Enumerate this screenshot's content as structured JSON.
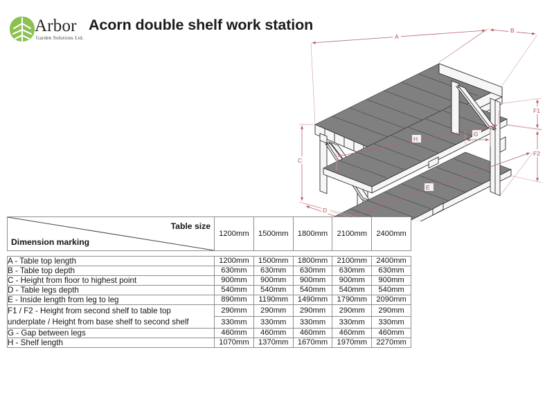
{
  "brand": {
    "name": "Arbor",
    "tagline": "Garden Solutions Ltd.",
    "leaf_color": "#8cc152",
    "leaf_color_dark": "#6e9e34"
  },
  "header": {
    "title": "Acorn double shelf work station"
  },
  "drawing": {
    "dimension_color": "#b5636b",
    "line_color": "#2b2b2b",
    "slat_color": "#808080",
    "leg_color": "#f4f4f4",
    "labels": {
      "A": "A",
      "B": "B",
      "C": "C",
      "D": "D",
      "E": "E",
      "F1": "F1",
      "F2": "F2",
      "G": "G",
      "H": "H"
    }
  },
  "table": {
    "header": {
      "top_right": "Table size",
      "bottom_left": "Dimension marking",
      "sizes": [
        "1200mm",
        "1500mm",
        "1800mm",
        "2100mm",
        "2400mm"
      ]
    },
    "rows": [
      {
        "label": "A - Table top length",
        "values": [
          "1200mm",
          "1500mm",
          "1800mm",
          "2100mm",
          "2400mm"
        ]
      },
      {
        "label": "B - Table top depth",
        "values": [
          "630mm",
          "630mm",
          "630mm",
          "630mm",
          "630mm"
        ]
      },
      {
        "label": "C - Height from floor to highest point",
        "values": [
          "900mm",
          "900mm",
          "900mm",
          "900mm",
          "900mm"
        ]
      },
      {
        "label": "D - Table legs depth",
        "values": [
          "540mm",
          "540mm",
          "540mm",
          "540mm",
          "540mm"
        ]
      },
      {
        "label": "E - Inside length from leg to leg",
        "values": [
          "890mm",
          "1190mm",
          "1490mm",
          "1790mm",
          "2090mm"
        ]
      }
    ],
    "f_row": {
      "label_line1": "F1 / F2  - Height from second shelf to table top",
      "label_line2": "underplate / Height from base shelf to second shelf",
      "values_f1": [
        "290mm",
        "290mm",
        "290mm",
        "290mm",
        "290mm"
      ],
      "values_f2": [
        "330mm",
        "330mm",
        "330mm",
        "330mm",
        "330mm"
      ]
    },
    "rows_after": [
      {
        "label": "G - Gap between legs",
        "values": [
          "460mm",
          "460mm",
          "460mm",
          "460mm",
          "460mm"
        ]
      },
      {
        "label": "H - Shelf length",
        "values": [
          "1070mm",
          "1370mm",
          "1670mm",
          "1970mm",
          "2270mm"
        ]
      }
    ]
  }
}
